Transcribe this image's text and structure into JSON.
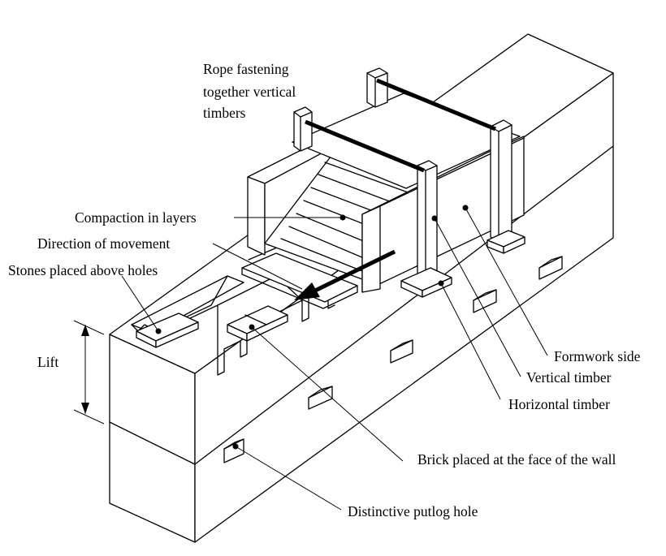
{
  "labels": {
    "rope": [
      "Rope fastening",
      "together vertical",
      "timbers"
    ],
    "compaction": "Compaction in layers",
    "direction": "Direction of movement",
    "stones": "Stones placed above holes",
    "lift": "Lift",
    "formwork_side": "Formwork side",
    "vertical_timber": "Vertical timber",
    "horizontal_timber": "Horizontal timber",
    "brick": "Brick placed at the face of the wall",
    "putlog": "Distinctive putlog hole"
  }
}
